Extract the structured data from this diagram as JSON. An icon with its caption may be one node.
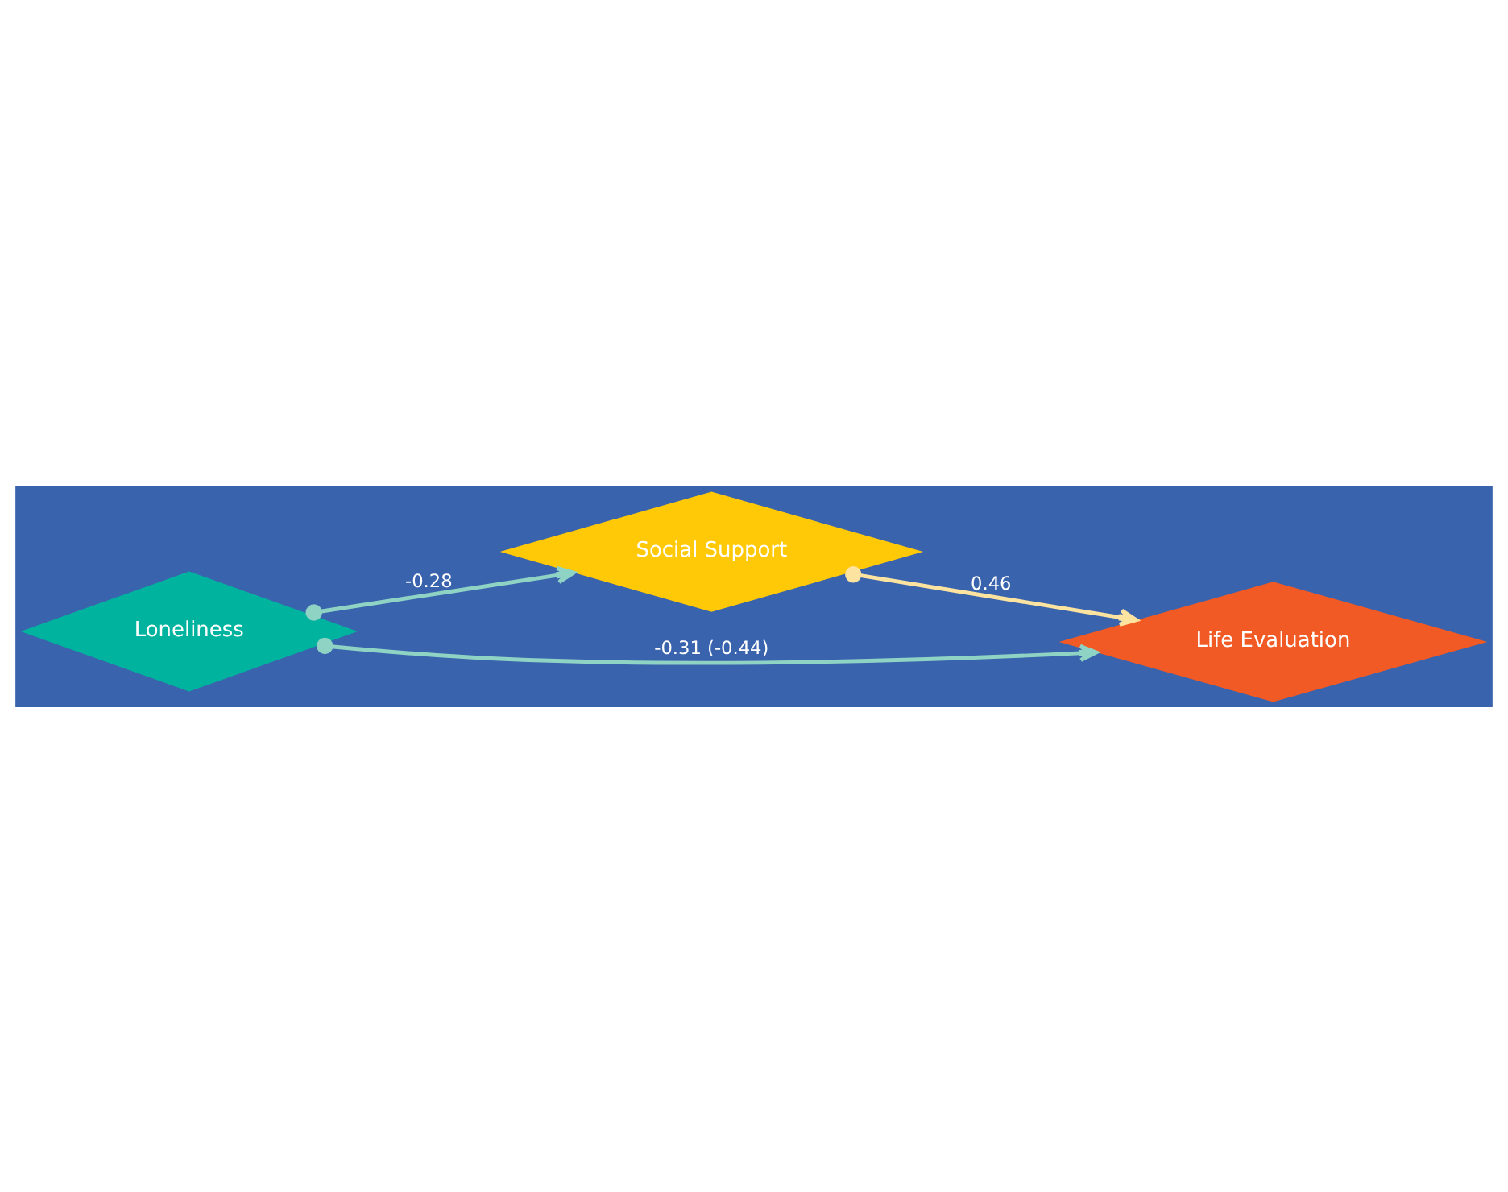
{
  "diagram": {
    "nodes": [
      {
        "text": [
          "Social Support"
        ]
      },
      {
        "text": [
          "Loneliness"
        ]
      },
      {
        "text": [
          "Life Evaluation"
        ]
      }
    ],
    "edges": [
      {
        "from": 1,
        "to": 0,
        "arrow": "to",
        "label": "-0.28"
      },
      {
        "from": 0,
        "to": 2,
        "arrow": "to",
        "label": "0.46",
        "color": "#fde3a0"
      },
      {
        "from": 1,
        "to": 2,
        "arrow": "to",
        "label": "-0.31 (-0.44)"
      }
    ]
  }
}
